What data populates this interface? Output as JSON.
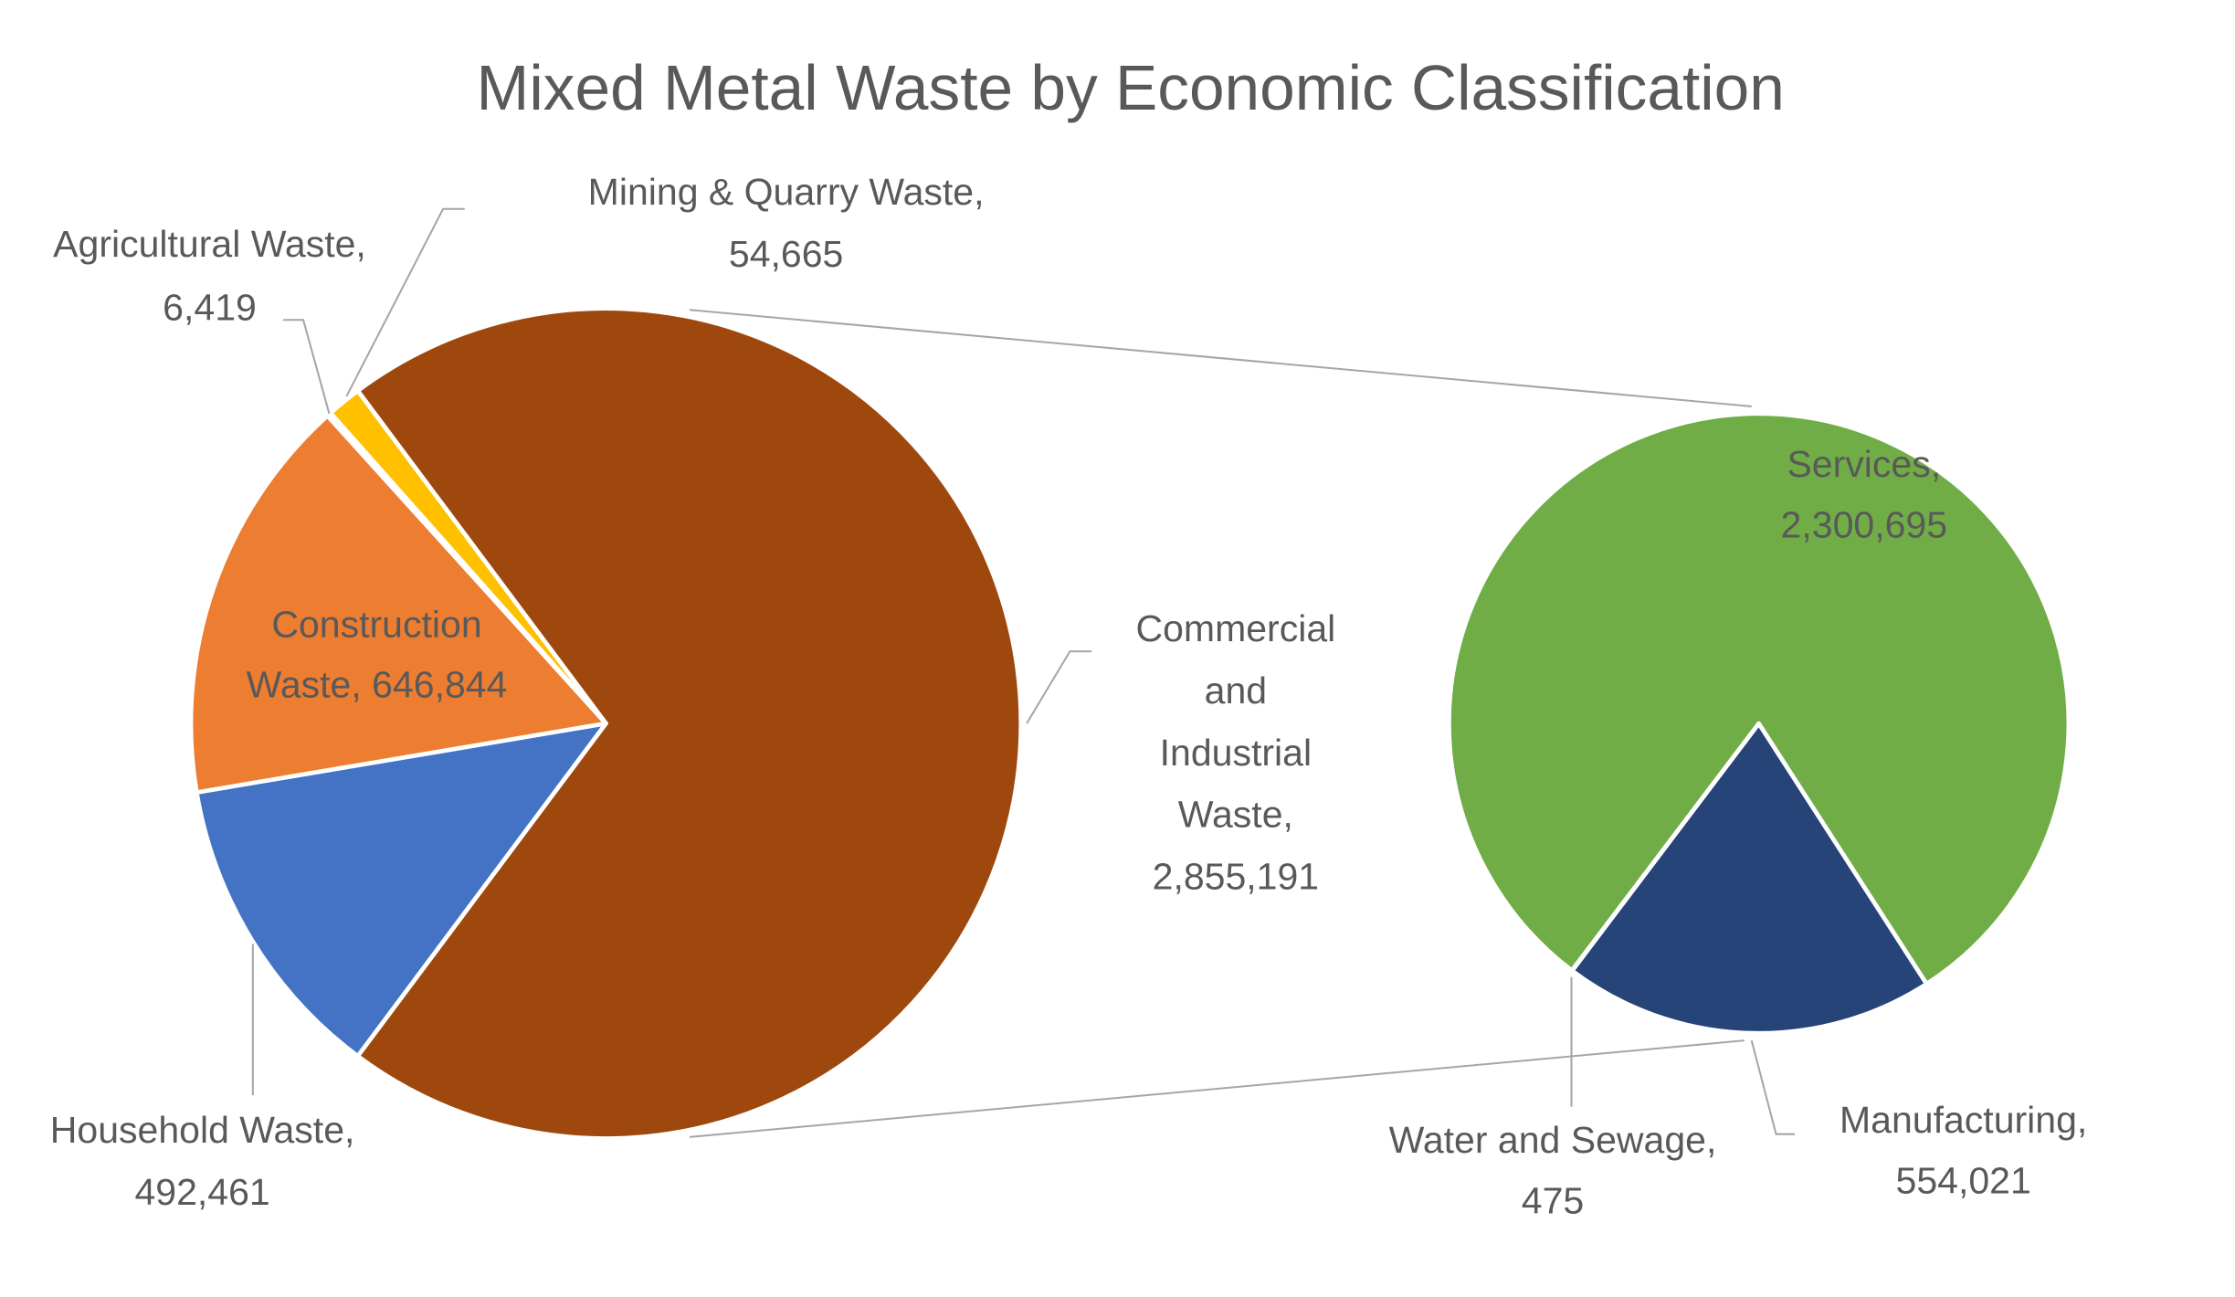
{
  "chart_data": {
    "type": "pie",
    "subtype": "pie-of-pie",
    "title": "Mixed Metal Waste by Economic Classification",
    "main_pie": {
      "slices": [
        {
          "name": "Commercial and Industrial Waste",
          "value": 2855191,
          "color": "#9E480E",
          "label_lines": [
            "Commercial",
            "and",
            "Industrial",
            "Waste,",
            "2,855,191"
          ]
        },
        {
          "name": "Household Waste",
          "value": 492461,
          "color": "#4472C4",
          "label_lines": [
            "Household Waste,",
            "492,461"
          ]
        },
        {
          "name": "Construction Waste",
          "value": 646844,
          "color": "#ED7D31",
          "label_lines": [
            "Construction",
            "Waste, 646,844"
          ]
        },
        {
          "name": "Agricultural Waste",
          "value": 6419,
          "color": "#A5A5A5",
          "label_lines": [
            "Agricultural Waste,",
            "6,419"
          ]
        },
        {
          "name": "Mining & Quarry Waste",
          "value": 54665,
          "color": "#FFC000",
          "label_lines": [
            "Mining & Quarry Waste,",
            "54,665"
          ]
        }
      ]
    },
    "secondary_pie": {
      "breakdown_of": "Commercial and Industrial Waste",
      "slices": [
        {
          "name": "Manufacturing",
          "value": 554021,
          "color": "#264478",
          "label_lines": [
            "Manufacturing,",
            "554,021"
          ]
        },
        {
          "name": "Water and Sewage",
          "value": 475,
          "color": "#636363",
          "label_lines": [
            "Water and Sewage,",
            "475"
          ]
        },
        {
          "name": "Services",
          "value": 2300695,
          "color": "#70AD47",
          "label_lines": [
            "Services,",
            "2,300,695"
          ]
        }
      ]
    },
    "legend": "none"
  }
}
